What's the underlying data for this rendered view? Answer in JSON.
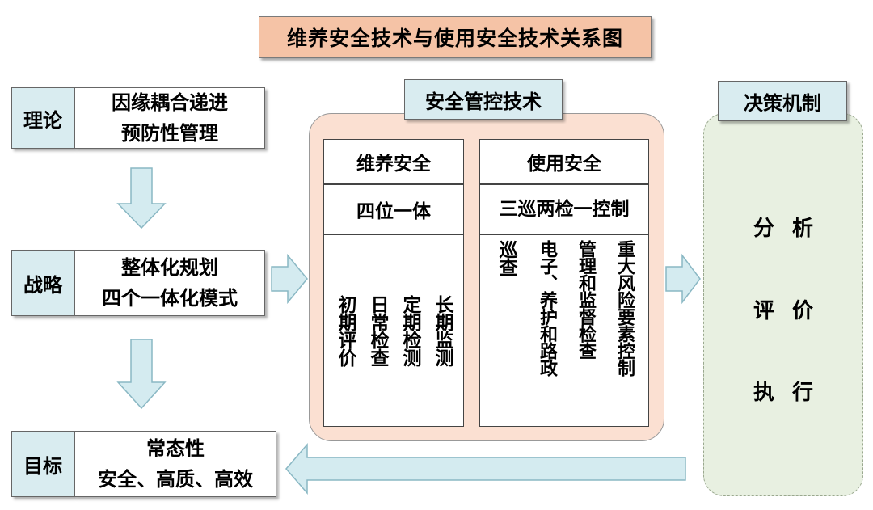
{
  "title": "维养安全技术与使用安全技术关系图",
  "left": {
    "theory": {
      "label": "理论",
      "lines": [
        "因缘耦合递进",
        "预防性管理"
      ]
    },
    "strategy": {
      "label": "战略",
      "lines": [
        "整体化规划",
        "四个一体化模式"
      ]
    },
    "goal": {
      "label": "目标",
      "lines": [
        "常态性",
        "安全、高质、高效"
      ]
    }
  },
  "center": {
    "header": "安全管控技术",
    "maintenance": {
      "title": "维养安全",
      "subtitle": "四位一体",
      "items": [
        "初期评价",
        "日常检查",
        "定期检测",
        "长期监测"
      ]
    },
    "usage": {
      "title": "使用安全",
      "subtitle": "三巡两检一控制",
      "items": [
        "巡查",
        "电子、养护和路政",
        "管理和监督检查",
        "重大风险要素控制"
      ]
    }
  },
  "right": {
    "header": "决策机制",
    "items": [
      "分析",
      "评价",
      "执行"
    ]
  },
  "colors": {
    "title_bg": "#f5c3a6",
    "label_bg": "#d9ecf0",
    "arrow_fill": "#d4ebf0",
    "center_panel_bg": "#fbe0d2",
    "decision_panel_bg": "#e8f0e1"
  }
}
